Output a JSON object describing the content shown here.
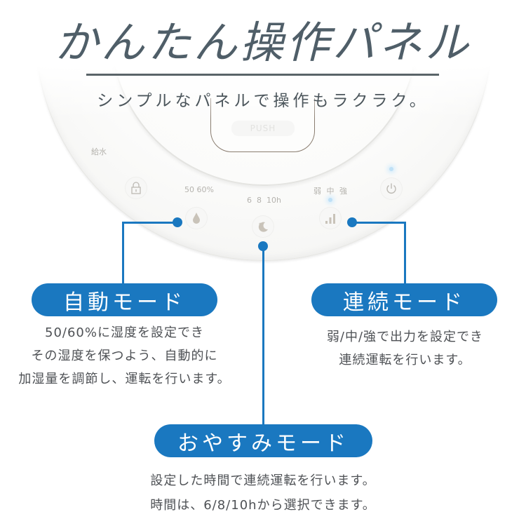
{
  "header": {
    "title": "かんたん操作パネル",
    "subtitle": "シンプルなパネルで操作もラクラク。"
  },
  "device_panel": {
    "push_label": "PUSH",
    "water_supply_label": "給水",
    "humidity_label": "50 60%",
    "timer_label": "6  8  10h",
    "strength_label": "弱 中 強",
    "icons": [
      "lock-icon",
      "water-drop-icon",
      "moon-star-icon",
      "signal-bars-icon",
      "power-icon"
    ]
  },
  "modes": {
    "auto": {
      "label": "自動モード",
      "description": [
        "50/60%に湿度を設定でき",
        "その湿度を保つよう、自動的に",
        "加湿量を調節し、運転を行います。"
      ]
    },
    "continuous": {
      "label": "連続モード",
      "description": [
        "弱/中/強で出力を設定でき",
        "連続運転を行います。"
      ]
    },
    "sleep": {
      "label": "おやすみモード",
      "description": [
        "設定した時間で連続運転を行います。",
        "時間は、6/8/10hから選択できます。"
      ]
    }
  },
  "colors": {
    "accent": "#1a78c0",
    "title": "#4f5e68",
    "text": "#4e5155"
  }
}
